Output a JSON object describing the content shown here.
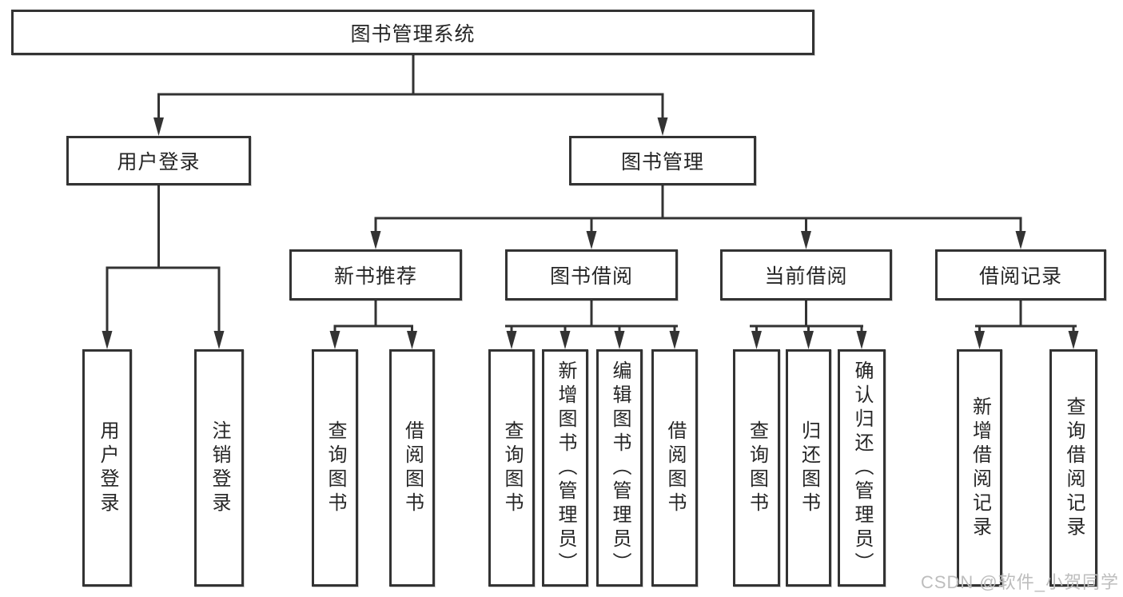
{
  "colors": {
    "line": "#333333",
    "text": "#262626",
    "box-border": "#333333",
    "watermark": "#bdbdbd",
    "background": "#ffffff"
  },
  "watermark": {
    "text": "CSDN @软件_小贺同学"
  },
  "nodes": {
    "root": {
      "label": "图书管理系统"
    },
    "level2": [
      {
        "label": "用户登录"
      },
      {
        "label": "图书管理"
      }
    ],
    "level3": [
      {
        "label": "新书推荐"
      },
      {
        "label": "图书借阅"
      },
      {
        "label": "当前借阅"
      },
      {
        "label": "借阅记录"
      }
    ],
    "leaves": {
      "login": [
        {
          "label": "用户登录"
        },
        {
          "label": "注销登录"
        }
      ],
      "recommend": [
        {
          "label": "查询图书"
        },
        {
          "label": "借阅图书"
        }
      ],
      "borrow": [
        {
          "label": "查询图书"
        },
        {
          "label": "新增图书（管理员）"
        },
        {
          "label": "编辑图书（管理员）"
        },
        {
          "label": "借阅图书"
        }
      ],
      "current": [
        {
          "label": "查询图书"
        },
        {
          "label": "归还图书"
        },
        {
          "label": "确认归还（管理员）"
        }
      ],
      "records": [
        {
          "label": "新增借阅记录"
        },
        {
          "label": "查询借阅记录"
        }
      ]
    }
  }
}
